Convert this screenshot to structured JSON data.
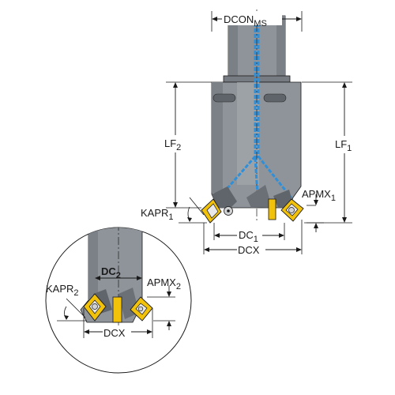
{
  "labels": {
    "dcon": "DCON",
    "dcon_sub": "MS",
    "lf2": "LF",
    "lf2_sub": "2",
    "lf1": "LF",
    "lf1_sub": "1",
    "kapr1": "KAPR",
    "kapr1_sub": "1",
    "apmx1": "APMX",
    "apmx1_sub": "1",
    "dc1": "DC",
    "dc1_sub": "1",
    "dcx": "DCX",
    "dc2": "DC",
    "dc2_sub": "2",
    "apmx2": "APMX",
    "apmx2_sub": "2",
    "kapr2": "KAPR",
    "kapr2_sub": "2",
    "dcx_detail": "DCX"
  },
  "colors": {
    "body": "#8f949a",
    "body_dark": "#6f757b",
    "body_light": "#b9bdc1",
    "coolant": "#2f8fd8",
    "insert": "#f2c20a",
    "insert_dark": "#b58f00",
    "insert_face": "#e9e9e9",
    "line": "#1a1a1a"
  }
}
